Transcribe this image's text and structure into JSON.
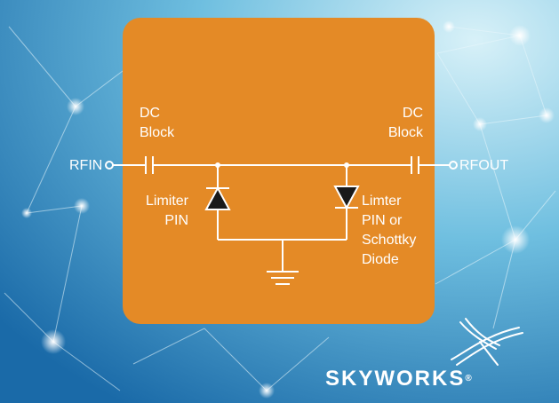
{
  "colors": {
    "panel": "#e48a26",
    "background_light": "#bfe6f3",
    "background_dark": "#1a6aa8",
    "wire": "#ffffff",
    "diode_fill": "#1a1a1a"
  },
  "diagram": {
    "left_cap_label": "DC\nBlock",
    "right_cap_label": "DC\nBlock",
    "left_diode_label": "Limiter\nPIN",
    "right_diode_label": "Limter\nPIN or\nSchottky\nDiode",
    "port_in": "RFIN",
    "port_out": "RFOUT"
  },
  "brand": {
    "name": "SKYWORKS",
    "mark": "®",
    "icon": "skyworks-logo-icon"
  }
}
